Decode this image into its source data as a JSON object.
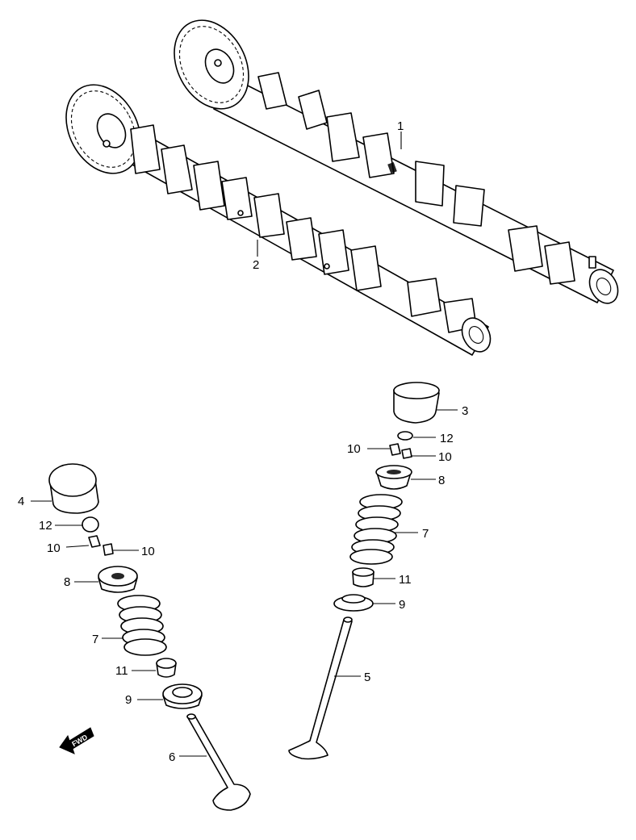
{
  "callouts": {
    "c1": "1",
    "c2": "2",
    "c3": "3",
    "c4": "4",
    "c5": "5",
    "c6": "6",
    "c7_left": "7",
    "c7_right": "7",
    "c8_left": "8",
    "c8_right": "8",
    "c9_left": "9",
    "c9_right": "9",
    "c10_left_a": "10",
    "c10_left_b": "10",
    "c10_right_a": "10",
    "c10_right_b": "10",
    "c11_left": "11",
    "c11_right": "11",
    "c12_left": "12",
    "c12_right": "12"
  },
  "fwd_label": "FWD"
}
